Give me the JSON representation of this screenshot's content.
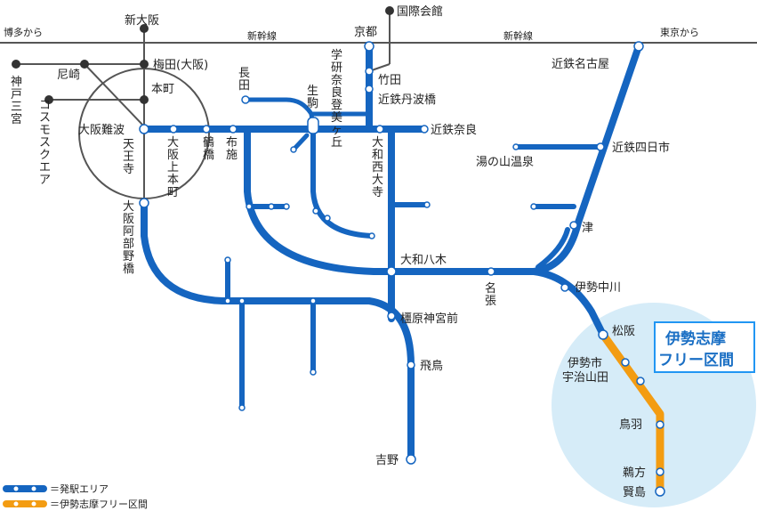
{
  "colors": {
    "departure_line": "#1565c0",
    "free_line": "#f39c12",
    "free_area": "#d6ecf8",
    "rail_gray": "#555555",
    "free_title_text": "#1a6fc4"
  },
  "edges": {
    "left": "博多から",
    "right": "東京から",
    "shinkansen_left": "新幹線",
    "shinkansen_right": "新幹線"
  },
  "stations": {
    "kokusai_kaikan": "国際会館",
    "shin_osaka": "新大阪",
    "kyoto": "京都",
    "amagasaki": "尼崎",
    "umeda": "梅田(大阪)",
    "hommachi": "本町",
    "kobe_sannomiya": "神戸三宮",
    "cosmo_square": "コスモスクエア",
    "osaka_namba": "大阪難波",
    "tennoji": "天王寺",
    "osaka_abenobashi": "大阪阿部野橋",
    "osaka_uehommachi": "大阪上本町",
    "tsuruhashi": "鶴橋",
    "fuse": "布施",
    "nagata": "長田",
    "ikoma": "生駒",
    "gakken_nara_tomigaoka": "学研奈良登美ヶ丘",
    "takeda": "竹田",
    "kintetsu_tambabashi": "近鉄丹波橋",
    "kintetsu_nara": "近鉄奈良",
    "yamato_saidaiji": "大和西大寺",
    "yamato_yagi": "大和八木",
    "nabari": "名張",
    "kashiharajingumae": "橿原神宮前",
    "asuka": "飛鳥",
    "yoshino": "吉野",
    "kintetsu_nagoya": "近鉄名古屋",
    "kintetsu_yokkaichi": "近鉄四日市",
    "yunoyama_onsen": "湯の山温泉",
    "tsu": "津",
    "ise_nakagawa": "伊勢中川",
    "matsusaka": "松阪",
    "iseshi_ujiyamada": "伊勢市 宇治山田",
    "toba": "鳥羽",
    "ugata": "鵜方",
    "kashikojima": "賢島"
  },
  "free_area_title": {
    "line1": "伊勢志摩",
    "line2": "フリー区間"
  },
  "legend": {
    "departure": "＝発駅エリア",
    "free": "＝伊勢志摩フリー区間"
  }
}
